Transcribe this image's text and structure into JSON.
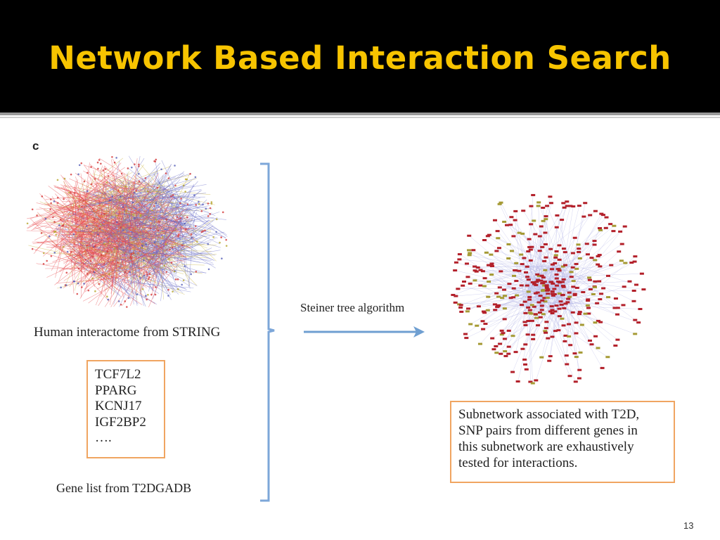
{
  "slide": {
    "title": "Network Based Interaction Search",
    "page_number": "13",
    "colors": {
      "title": "#f7c400",
      "header_bg": "#000000",
      "box_border": "#f0a561",
      "bracket": "#7da7d9",
      "arrow": "#6f9fd1"
    }
  },
  "diagram": {
    "panel_letter": "c",
    "interactome_label": "Human interactome from STRING",
    "gene_list": [
      "TCF7L2",
      "PPARG",
      "KCNJ17",
      "IGF2BP2",
      "…."
    ],
    "gene_list_caption": "Gene list from T2DGADB",
    "arrow_label": "Steiner tree algorithm",
    "subnetwork_description": [
      "Subnetwork associated with T2D,",
      "SNP pairs from different genes in",
      "this subnetwork are exhaustively",
      "tested for interactions."
    ]
  }
}
